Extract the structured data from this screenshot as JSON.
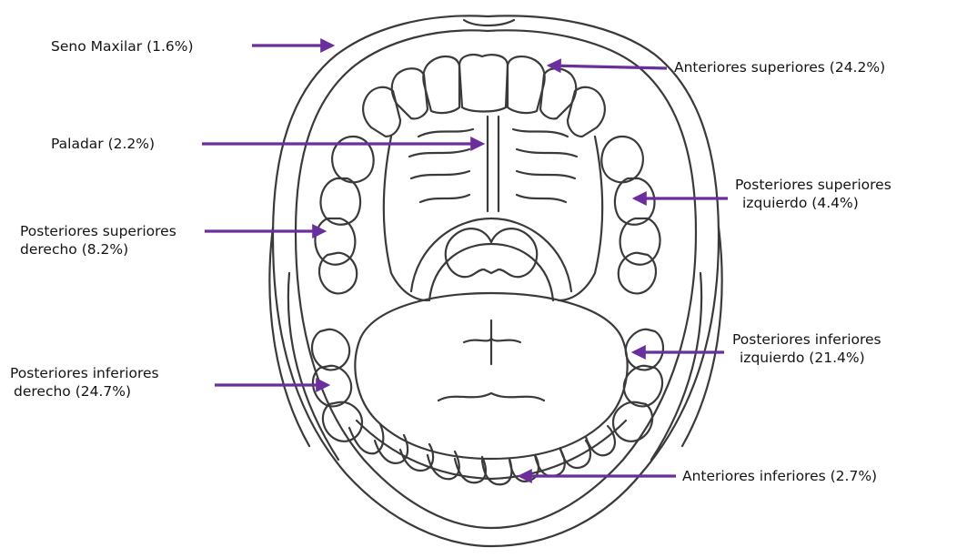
{
  "diagram": {
    "arrow_color": "#6a2f9c",
    "line_color": "#3a3a3a",
    "labels": {
      "seno_maxilar": "Seno Maxilar (1.6%)",
      "paladar": "Paladar (2.2%)",
      "posteriores_superiores_derecho_l1": "Posteriores superiores",
      "posteriores_superiores_derecho_l2": "derecho (8.2%)",
      "posteriores_inferiores_derecho_l1": "Posteriores inferiores",
      "posteriores_inferiores_derecho_l2": "derecho (24.7%)",
      "anteriores_superiores": "Anteriores superiores (24.2%)",
      "posteriores_superiores_izquierdo_l1": "Posteriores superiores",
      "posteriores_superiores_izquierdo_l2": "izquierdo (4.4%)",
      "posteriores_inferiores_izquierdo_l1": "Posteriores inferiores",
      "posteriores_inferiores_izquierdo_l2": "izquierdo (21.4%)",
      "anteriores_inferiores": "Anteriores inferiores (2.7%)"
    }
  }
}
